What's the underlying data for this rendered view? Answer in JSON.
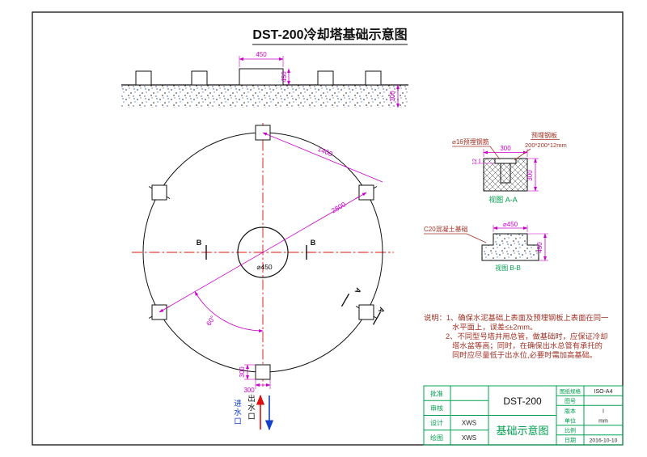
{
  "title": "DST-200冷却塔基础示意图",
  "elevation": {
    "dim_top": "450",
    "dim_mid": "450",
    "dim_right": "300"
  },
  "plan": {
    "dim_radius": "1400",
    "dim_diameter": "2800",
    "angle": "60°",
    "center_diameter": "⌀450",
    "dim_block_height": "300",
    "dim_block_width": "300",
    "section_b_left": "B",
    "section_b_right": "B",
    "section_a_1": "A",
    "section_a_2": "A",
    "outlet": "出水口",
    "inlet": "进水口"
  },
  "detail_aa": {
    "callout_rebar": "⌀16预埋钢筋",
    "callout_plate": "预埋钢板",
    "callout_plate_spec": "200*200*12mm",
    "dim_width": "300",
    "dim_plate_thickness": "12",
    "dim_height": "300",
    "caption": "视图 A-A"
  },
  "detail_bb": {
    "callout_concrete": "C20混凝土基础",
    "dim_diameter": "⌀450",
    "dim_height": "450",
    "caption": "视图 B-B"
  },
  "notes": {
    "line1": "说明：1、确保水泥基础上表面及预埋钢板上表面在同一",
    "line2": "水平面上，误差≤±2mm。",
    "line3": "2、不同型号塔并用总管，做基础时，应保证冷却",
    "line4": "塔水盆等高；同时，在确保出水总管有承托的",
    "line5": "同时应尽量低于出水位,必要时需加高基础。"
  },
  "title_block": {
    "spec_label": "图纸规格",
    "spec_value": "ISO-A4",
    "drawing_no_label": "图号",
    "drawing_no_value": "",
    "version_label": "版本",
    "version_value": "I",
    "unit_label": "单位",
    "unit_value": "mm",
    "scale_label": "比例",
    "scale_value": "",
    "date_label": "日期",
    "date_value": "2016-10-10",
    "approved_label": "批准",
    "approved_value": "",
    "reviewed_label": "审核",
    "reviewed_value": "",
    "designed_label": "设计",
    "designed_value": "XWS",
    "drawn_label": "绘图",
    "drawn_value": "XWS",
    "model": "DST-200",
    "doc_title": "基础示意图"
  },
  "colors": {
    "dimension_magenta": "#cc00cc",
    "centerline_red": "#e01010",
    "notes_red": "#a33226",
    "table_green": "#00a050",
    "inlet_blue": "#1440cc",
    "outlet_arrow_red": "#e01010"
  }
}
